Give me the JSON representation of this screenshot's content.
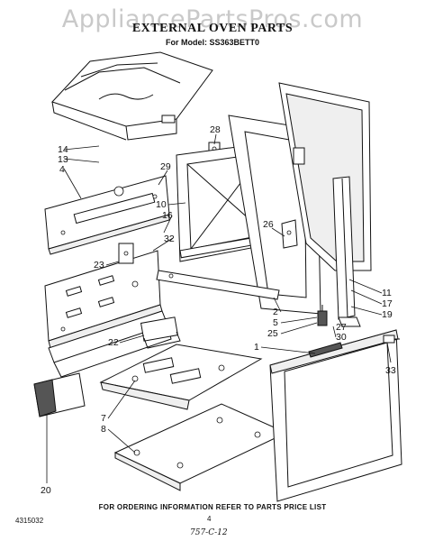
{
  "watermark": "AppliancePartsPros.com",
  "title": "EXTERNAL OVEN PARTS",
  "subtitle": "For Model: SS363BETT0",
  "footer_note": "FOR ORDERING INFORMATION REFER TO PARTS PRICE LIST",
  "doc_number": "4315032",
  "page_number": "4",
  "handwritten_note": "757-C-12",
  "part_labels": {
    "p14": "14",
    "p13": "13",
    "p4": "4",
    "p28": "28",
    "p29": "29",
    "p10": "10",
    "p16": "16",
    "p32": "32",
    "p26": "26",
    "p23": "23",
    "p11": "11",
    "p17": "17",
    "p19": "19",
    "p2": "2",
    "p5": "5",
    "p25": "25",
    "p27": "27",
    "p30": "30",
    "p22": "22",
    "p1": "1",
    "p33": "33",
    "p7": "7",
    "p8": "8",
    "p20": "20"
  }
}
